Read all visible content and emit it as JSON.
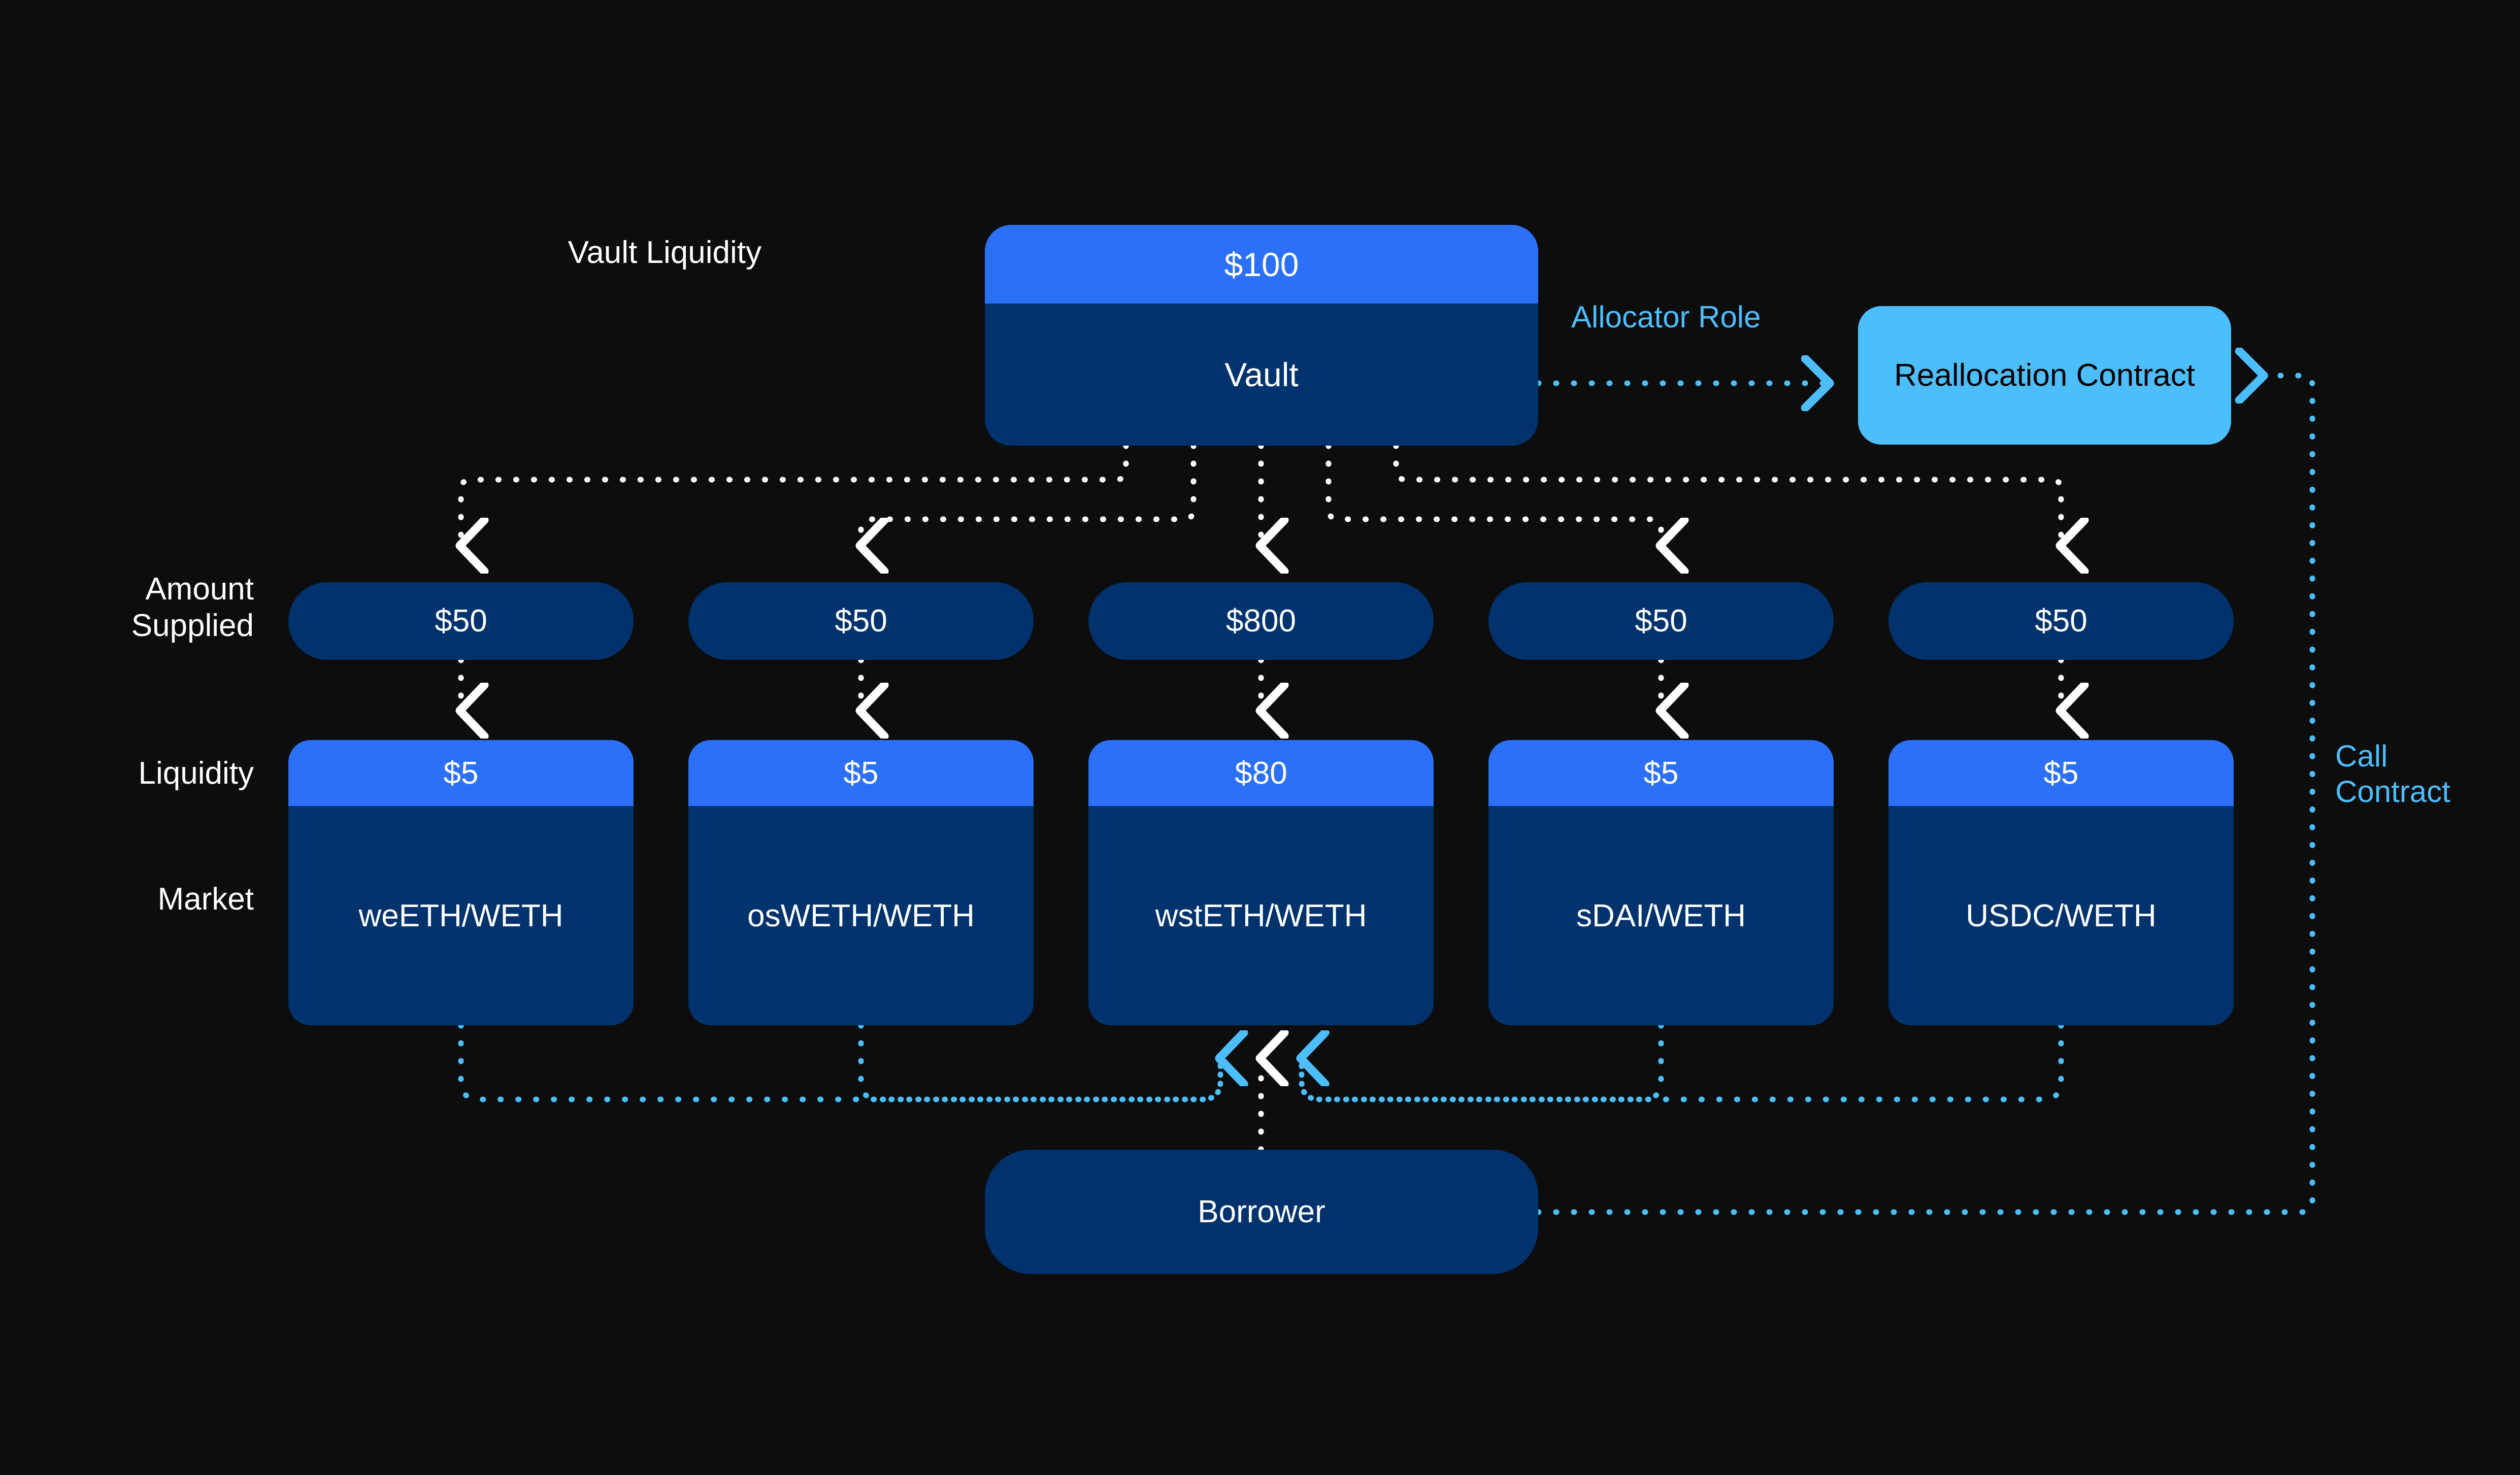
{
  "diagram": {
    "title_nodes": {
      "vault": {
        "amount": "$100",
        "name": "Vault"
      },
      "reallocation_contract": {
        "name": "Reallocation\nContract"
      },
      "borrower": {
        "name": "Borrower"
      }
    },
    "row_labels": {
      "vault_liquidity": "Vault Liquidity",
      "amount_supplied": "Amount\nSupplied",
      "liquidity": "Liquidity",
      "market": "Market"
    },
    "edge_labels": {
      "allocator_role": "Allocator Role",
      "call_contract": "Call\nContract"
    },
    "columns": [
      {
        "amount_supplied": "$50",
        "liquidity": "$5",
        "market": "weETH/WETH"
      },
      {
        "amount_supplied": "$50",
        "liquidity": "$5",
        "market": "osWETH/WETH"
      },
      {
        "amount_supplied": "$800",
        "liquidity": "$80",
        "market": "wstETH/WETH"
      },
      {
        "amount_supplied": "$50",
        "liquidity": "$5",
        "market": "sDAI/WETH"
      },
      {
        "amount_supplied": "$50",
        "liquidity": "$5",
        "market": "USDC/WETH"
      }
    ],
    "colors": {
      "background": "#0d0d0d",
      "dark_blue": "#00336E",
      "bright_blue": "#2B70F7",
      "light_blue": "#4DBEFC",
      "text_white": "#ffffff"
    }
  }
}
